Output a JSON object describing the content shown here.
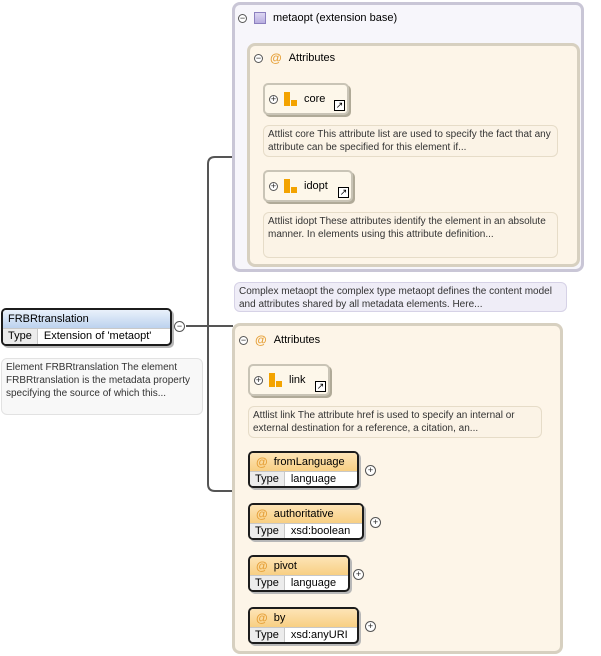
{
  "root": {
    "name": "FRBRtranslation",
    "type_label": "Type",
    "type_value": "Extension of 'metaopt'",
    "description": "Element FRBRtranslation The element FRBRtranslation is the metadata property specifying the source of which this..."
  },
  "extension": {
    "title": "metaopt (extension base)",
    "attributes_title": "Attributes",
    "groups": [
      {
        "name": "core",
        "description": "Attlist core This attribute list are used to specify the fact that any attribute can be specified for this element if..."
      },
      {
        "name": "idopt",
        "description": "Attlist idopt These attributes identify the element in an absolute manner. In elements using this attribute definition..."
      }
    ],
    "description": "Complex metaopt the complex type metaopt defines the content model and attributes shared by all metadata elements. Here..."
  },
  "local": {
    "attributes_title": "Attributes",
    "group": {
      "name": "link",
      "description": "Attlist link The attribute href is used to specify an internal or external destination for a reference, a citation, an..."
    },
    "attributes": [
      {
        "name": "fromLanguage",
        "type_label": "Type",
        "type_value": "language"
      },
      {
        "name": "authoritative",
        "type_label": "Type",
        "type_value": "xsd:boolean"
      },
      {
        "name": "pivot",
        "type_label": "Type",
        "type_value": "language"
      },
      {
        "name": "by",
        "type_label": "Type",
        "type_value": "xsd:anyURI"
      }
    ]
  },
  "glyphs": {
    "collapse": "−",
    "expand": "+",
    "at": "@",
    "link_arrow": "↗"
  },
  "colors": {
    "attribute_gradient_top": "#fde4b6",
    "attribute_gradient_bottom": "#f8cf83",
    "root_header": "#bcd2ee",
    "group_icon": "#f3a300",
    "extension_panel": "#c9c6d6"
  }
}
